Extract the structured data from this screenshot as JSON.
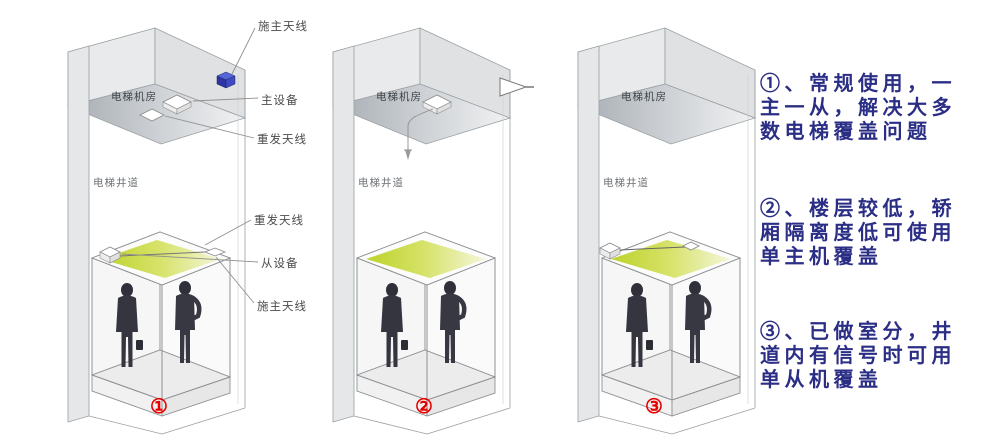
{
  "colors": {
    "note_text_blue": "#2b2e85",
    "number_red": "#e80000",
    "antenna_strip_green": "#c3d62f",
    "donor_box_blue": "#3e4bc2"
  },
  "diagram1": {
    "machine_room_label": "电梯机房",
    "shaft_label": "电梯井道",
    "number": "①",
    "callouts": {
      "donor_antenna_top": "施主天线",
      "main_unit": "主设备",
      "repeat_antenna_top": "重发天线",
      "repeat_antenna_car": "重发天线",
      "slave_unit": "从设备",
      "donor_antenna_car": "施主天线"
    }
  },
  "diagram2": {
    "machine_room_label": "电梯机房",
    "shaft_label": "电梯井道",
    "number": "②"
  },
  "diagram3": {
    "machine_room_label": "电梯机房",
    "shaft_label": "电梯井道",
    "number": "③"
  },
  "notes": [
    {
      "text": "①、常规使用，一主一从，解决大多数电梯覆盖问题"
    },
    {
      "text": "②、楼层较低，轿厢隔离度低可使用单主机覆盖"
    },
    {
      "text": "③、已做室分，井道内有信号时可用单从机覆盖"
    }
  ]
}
